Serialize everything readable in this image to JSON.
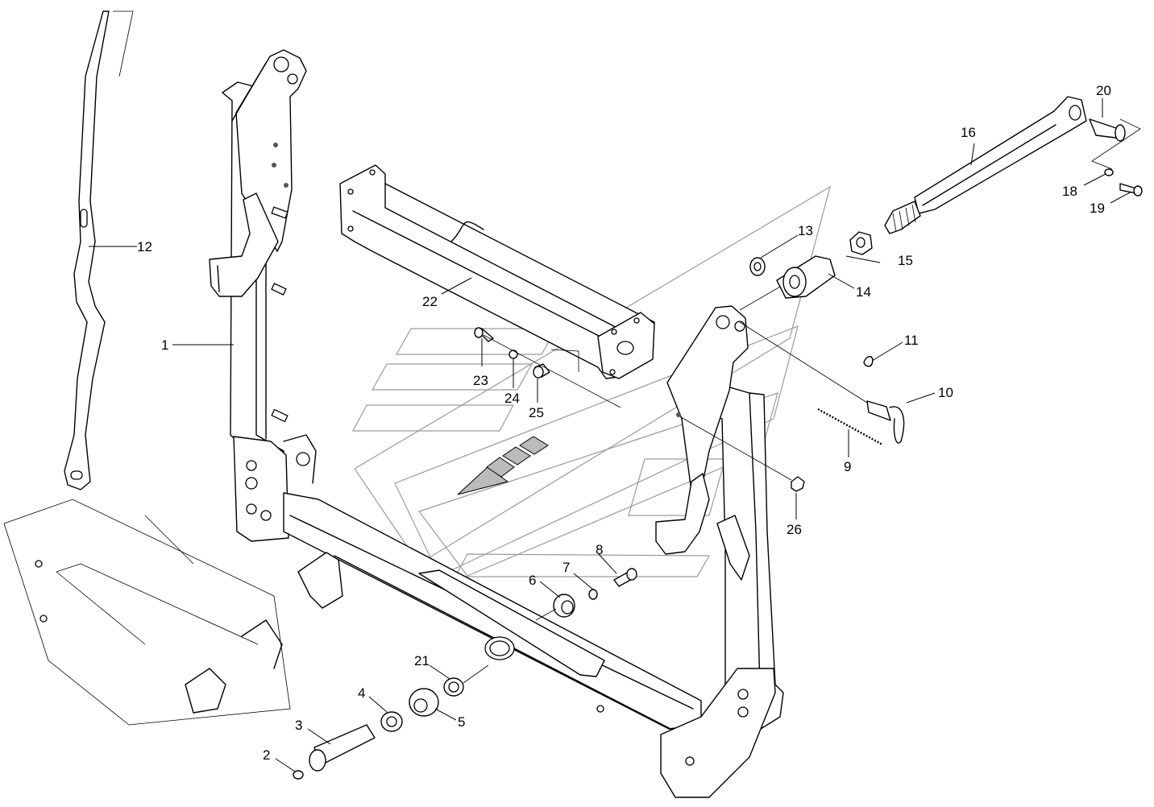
{
  "callouts": [
    {
      "id": "1",
      "label": "1"
    },
    {
      "id": "2",
      "label": "2"
    },
    {
      "id": "3",
      "label": "3"
    },
    {
      "id": "4",
      "label": "4"
    },
    {
      "id": "5",
      "label": "5"
    },
    {
      "id": "6",
      "label": "6"
    },
    {
      "id": "7",
      "label": "7"
    },
    {
      "id": "8",
      "label": "8"
    },
    {
      "id": "9",
      "label": "9"
    },
    {
      "id": "10",
      "label": "10"
    },
    {
      "id": "11",
      "label": "11"
    },
    {
      "id": "12",
      "label": "12"
    },
    {
      "id": "13",
      "label": "13"
    },
    {
      "id": "14",
      "label": "14"
    },
    {
      "id": "15",
      "label": "15"
    },
    {
      "id": "16",
      "label": "16"
    },
    {
      "id": "18",
      "label": "18"
    },
    {
      "id": "19",
      "label": "19"
    },
    {
      "id": "20",
      "label": "20"
    },
    {
      "id": "21",
      "label": "21"
    },
    {
      "id": "22",
      "label": "22"
    },
    {
      "id": "23",
      "label": "23"
    },
    {
      "id": "24",
      "label": "24"
    },
    {
      "id": "25",
      "label": "25"
    },
    {
      "id": "26",
      "label": "26"
    }
  ],
  "colors": {
    "line": "#000000",
    "watermark": "#9a9a9a",
    "background": "#ffffff"
  }
}
